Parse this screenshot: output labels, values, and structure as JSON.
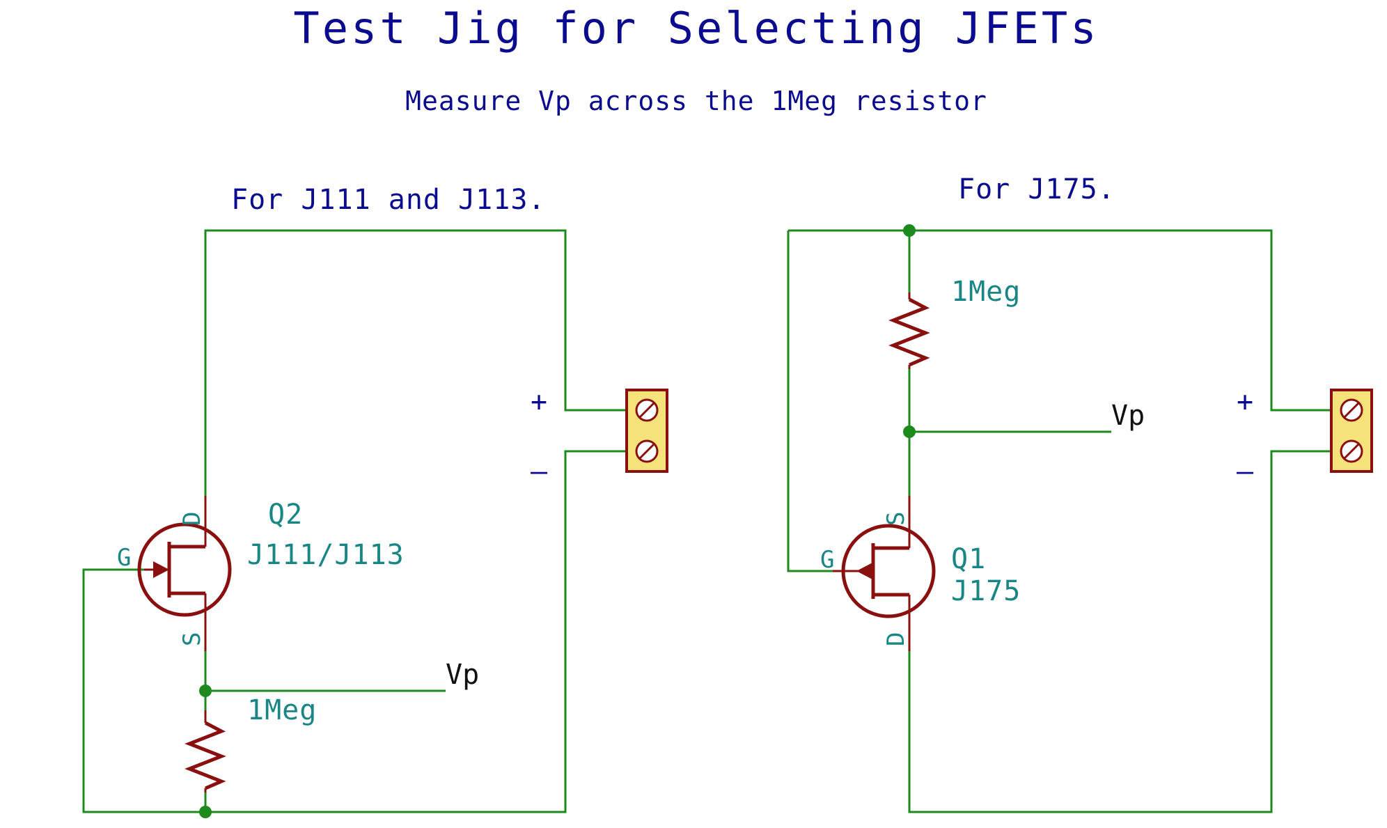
{
  "title": "Test Jig for Selecting JFETs",
  "subtitle": "Measure Vp across the 1Meg resistor",
  "left_circuit": {
    "heading": "For J111 and J113.",
    "transistor": {
      "ref": "Q2",
      "value": "J111/J113",
      "pin_gate": "G",
      "pin_drain": "D",
      "pin_source": "S"
    },
    "resistor_value": "1Meg",
    "net_label": "Vp",
    "terminal_plus": "+",
    "terminal_minus": "–"
  },
  "right_circuit": {
    "heading": "For J175.",
    "transistor": {
      "ref": "Q1",
      "value": "J175",
      "pin_gate": "G",
      "pin_drain": "D",
      "pin_source": "S"
    },
    "resistor_value": "1Meg",
    "net_label": "Vp",
    "terminal_plus": "+",
    "terminal_minus": "–"
  },
  "colors": {
    "text_blue": "#0b0b8f",
    "ref_teal": "#1a8585",
    "wire_green": "#1d8a1d",
    "component_red": "#8a1010",
    "terminal_yellow": "#f6e27a"
  }
}
